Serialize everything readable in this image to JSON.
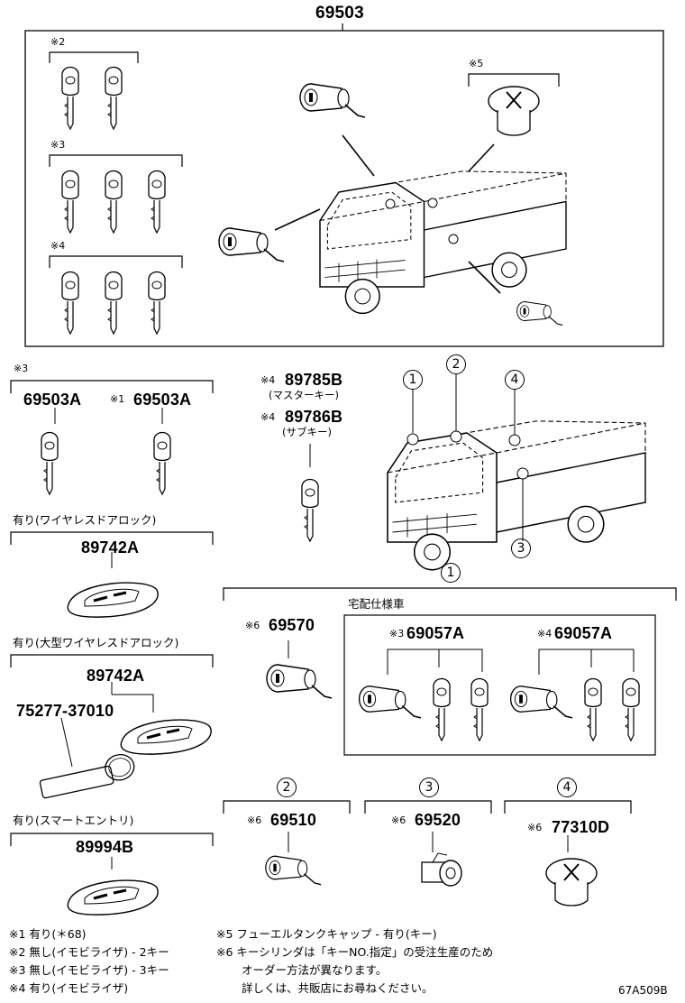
{
  "main_assembly": "69503",
  "top_box": {
    "group_marks": [
      "※2",
      "※3",
      "※4",
      "※5"
    ]
  },
  "left_column": {
    "mark3": "※3",
    "key_a": "69503A",
    "key_b_mark": "※1",
    "key_b": "69503A",
    "wireless_caption": "有り(ワイヤレスドアロック)",
    "wireless_pn": "89742A",
    "large_wireless_caption": "有り(大型ワイヤレスドアロック)",
    "large_wireless_pn": "89742A",
    "strap_pn": "75277-37010",
    "smart_caption": "有り(スマートエントリ)",
    "smart_pn": "89994B"
  },
  "center_keys": {
    "master_mark": "※4",
    "master_pn": "89785B",
    "master_label": "(マスターキー)",
    "sub_mark": "※4",
    "sub_pn": "89786B",
    "sub_label": "(サブキー)"
  },
  "callouts": [
    "1",
    "2",
    "3",
    "4"
  ],
  "section1": {
    "num": "1",
    "cyl_mark": "※6",
    "cyl_pn": "69570",
    "delivery_caption": "宅配仕様車",
    "set_a_mark": "※3",
    "set_a_pn": "69057A",
    "set_b_mark": "※4",
    "set_b_pn": "69057A"
  },
  "section2": {
    "num": "2",
    "mark": "※6",
    "pn": "69510"
  },
  "section3": {
    "num": "3",
    "mark": "※6",
    "pn": "69520"
  },
  "section4": {
    "num": "4",
    "mark": "※6",
    "pn": "77310D"
  },
  "notes": {
    "n1": "※1 有り(＊68)",
    "n2": "※2 無し(イモビライザ) - 2キー",
    "n3": "※3 無し(イモビライザ) - 3キー",
    "n4": "※4 有り(イモビライザ)",
    "n5": "※5 フューエルタンクキャップ - 有り(キー)",
    "n6a": "※6 キーシリンダは「キーNO.指定」の受注生産のため",
    "n6b": "オーダー方法が異なります。",
    "n6c": "詳しくは、共販店にお尋ねください。"
  },
  "figure_code": "67A509B"
}
